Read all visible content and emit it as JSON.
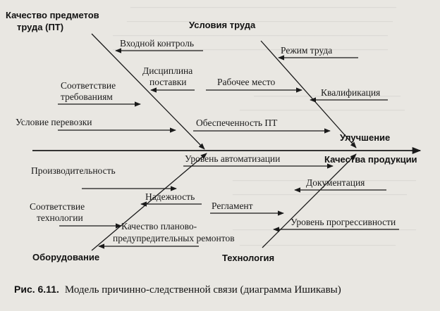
{
  "diagram": {
    "effect": {
      "line1": "Улучшение",
      "line2": "Качества продукции"
    },
    "categories": {
      "materials": {
        "line1": "Качество предметов",
        "line2": "труда (ПТ)"
      },
      "conditions": {
        "label": "Условия труда"
      },
      "equipment": {
        "label": "Оборудование"
      },
      "technology": {
        "label": "Технология"
      }
    },
    "causes": {
      "incoming_control": "Входной контроль",
      "discipline": {
        "line1": "Дисциплина",
        "line2": "поставки"
      },
      "compliance": {
        "line1": "Соответствие",
        "line2": "требованиям"
      },
      "transport": "Условие перевозки",
      "work_mode": "Режим труда",
      "workplace": "Рабочее место",
      "qualification": "Квалификация",
      "pt_supply": "Обеспеченность ПТ",
      "productivity": "Производительность",
      "reliability": "Надежность",
      "tech_compliance": {
        "line1": "Соответствие",
        "line2": "технологии"
      },
      "maintenance": {
        "line1": "Качество планово-",
        "line2": "предупредительных ремонтов"
      },
      "automation": "Уровень автоматизации",
      "documentation": "Документация",
      "regulation": "Регламент",
      "progressiveness": "Уровень прогрессивности"
    }
  },
  "caption": {
    "number": "Рис. 6.11.",
    "text": "Модель причинно-следственной связи (диаграмма Ишикавы)"
  }
}
